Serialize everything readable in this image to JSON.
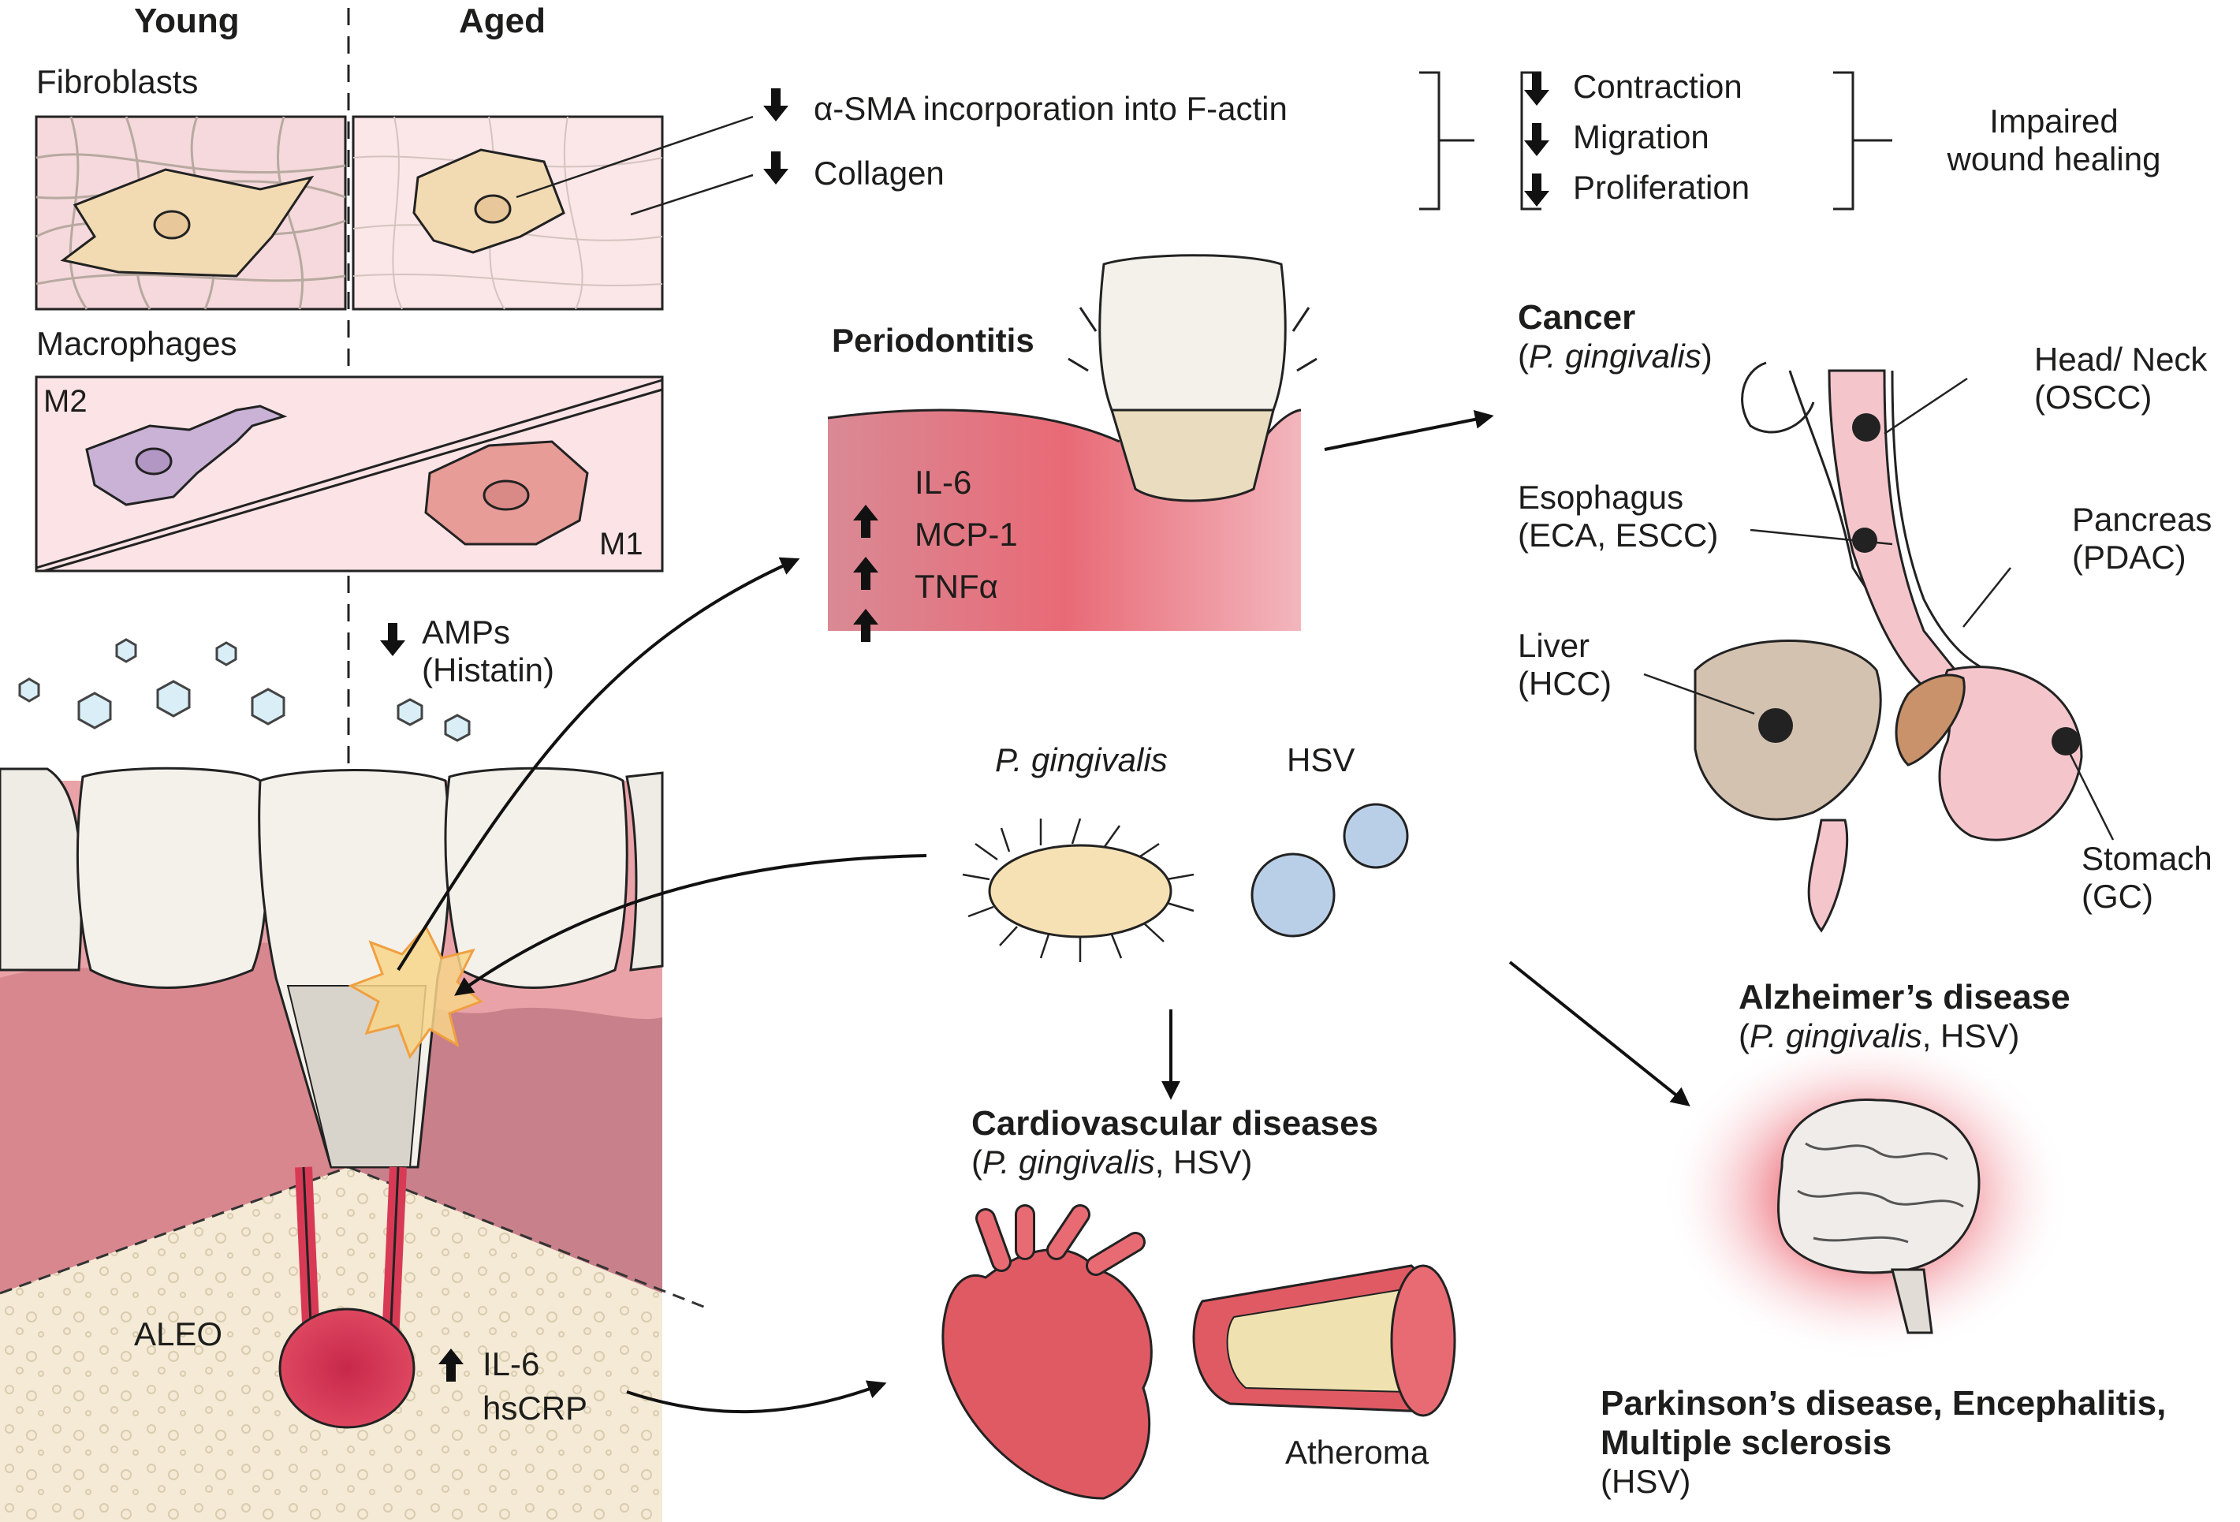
{
  "header": {
    "young": "Young",
    "aged": "Aged"
  },
  "fibroblasts": {
    "label": "Fibroblasts"
  },
  "macrophages": {
    "label": "Macrophages",
    "m2": "M2",
    "m1": "M1"
  },
  "fibro_effects": [
    {
      "direction": "down",
      "text": "α-SMA incorporation into F-actin"
    },
    {
      "direction": "down",
      "text": "Collagen"
    }
  ],
  "functions": [
    {
      "direction": "down",
      "text": "Contraction"
    },
    {
      "direction": "down",
      "text": "Migration"
    },
    {
      "direction": "down",
      "text": "Proliferation"
    }
  ],
  "impaired": {
    "line1": "Impaired",
    "line2": "wound healing"
  },
  "amps": {
    "direction": "down",
    "line1": "AMPs",
    "line2": "(Histatin)"
  },
  "periodontitis": {
    "title": "Periodontitis",
    "markers": [
      {
        "direction": "up",
        "text": "IL-6"
      },
      {
        "direction": "up",
        "text": "MCP-1"
      },
      {
        "direction": "up",
        "text": "TNFα"
      }
    ]
  },
  "pathogens": {
    "pg": "P. gingivalis",
    "hsv": "HSV"
  },
  "aleo": {
    "label": "ALEO",
    "markers": [
      {
        "direction": "up",
        "text": "IL-6"
      },
      {
        "direction": "none",
        "text": "hsCRP"
      }
    ]
  },
  "cancer": {
    "title": "Cancer",
    "paren_open": "(",
    "cause": "P. gingivalis",
    "paren_close": ")",
    "sites": [
      {
        "line1": "Head/ Neck",
        "line2": "(OSCC)"
      },
      {
        "line1": "Esophagus",
        "line2": "(ECA, ESCC)"
      },
      {
        "line1": "Pancreas",
        "line2": "(PDAC)"
      },
      {
        "line1": "Liver",
        "line2": "(HCC)"
      },
      {
        "line1": "Stomach",
        "line2": "(GC)"
      }
    ]
  },
  "cardio": {
    "title": "Cardiovascular diseases",
    "paren_open": "(",
    "cause_pg": "P. gingivalis",
    "cause_rest": ", HSV)",
    "atheroma": "Atheroma"
  },
  "alzheimer": {
    "title": "Alzheimer’s disease",
    "paren_open": "(",
    "cause_pg": "P. gingivalis",
    "cause_rest": ", HSV)"
  },
  "neuro": {
    "line1": "Parkinson’s disease, Encephalitis,",
    "line2": "Multiple sclerosis",
    "cause": "(HSV)"
  },
  "colors": {
    "gum": "#e9a3a8",
    "tissue_pink": "#fbe3e6",
    "inflame": "#e8505e",
    "fibroblast": "#f2dbb3",
    "m2": "#c9b2d6",
    "m1": "#e79c97",
    "bacteria": "#f6e1b4",
    "virus": "#b9cfe8",
    "bone": "#f4ead5",
    "heart": "#e05a64",
    "brain": "#f0ece9"
  }
}
